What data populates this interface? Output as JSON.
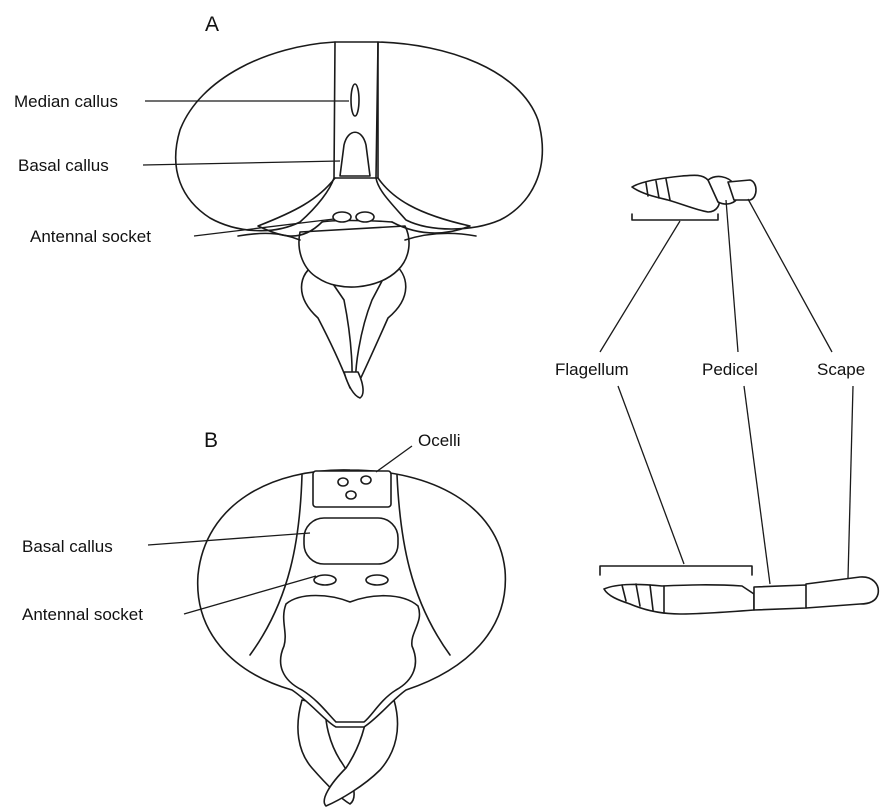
{
  "panels": {
    "a": {
      "letter": "A",
      "labels": {
        "median_callus": "Median callus",
        "basal_callus": "Basal callus",
        "antennal_socket": "Antennal socket"
      }
    },
    "b": {
      "letter": "B",
      "labels": {
        "ocelli": "Ocelli",
        "basal_callus": "Basal callus",
        "antennal_socket": "Antennal socket"
      }
    }
  },
  "antenna": {
    "labels": {
      "flagellum": "Flagellum",
      "pedicel": "Pedicel",
      "scape": "Scape"
    }
  },
  "colors": {
    "line": "#1a1a1a",
    "background": "#ffffff"
  }
}
